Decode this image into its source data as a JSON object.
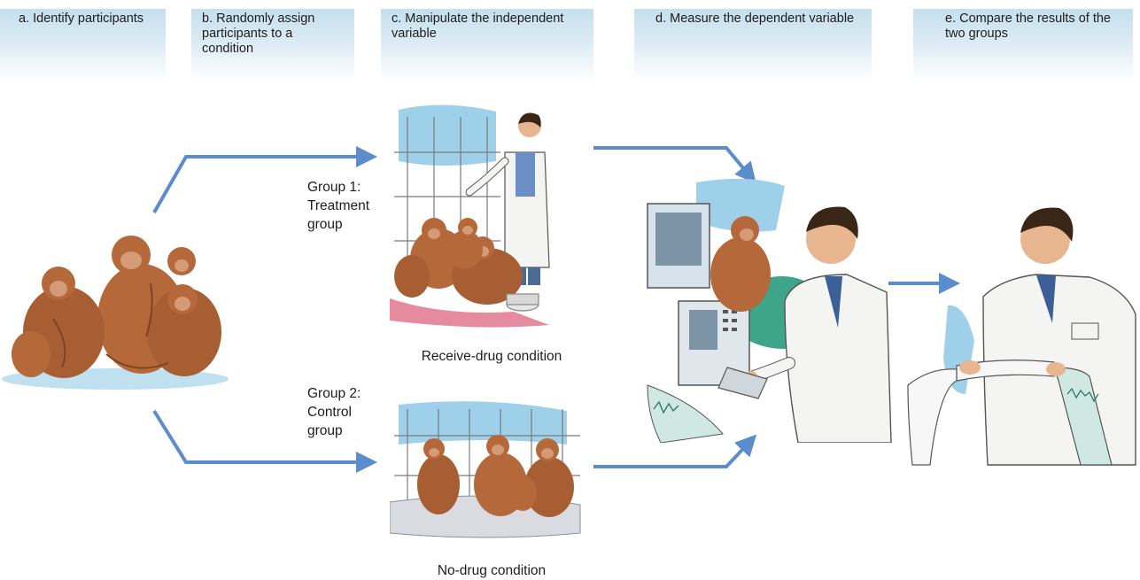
{
  "steps": {
    "a": "a. Identify participants",
    "b": "b. Randomly assign participants to a condition",
    "c": "c. Manipulate the independent variable",
    "d": "d. Measure the dependent variable",
    "e": "e. Compare the results of the two groups"
  },
  "groups": {
    "group1": [
      "Group 1:",
      "Treatment",
      "group"
    ],
    "group2": [
      "Group 2:",
      "Control",
      "group"
    ]
  },
  "conditions": {
    "drug": "Receive-drug condition",
    "nodrug": "No-drug condition"
  },
  "colors": {
    "arrow": "#5b8ccc",
    "header": "#c5dfed",
    "fur": "#b5683a",
    "fur_dark": "#7d4422",
    "coat": "#f4f4f2",
    "hair": "#3a2616",
    "skin": "#e7b58f"
  }
}
